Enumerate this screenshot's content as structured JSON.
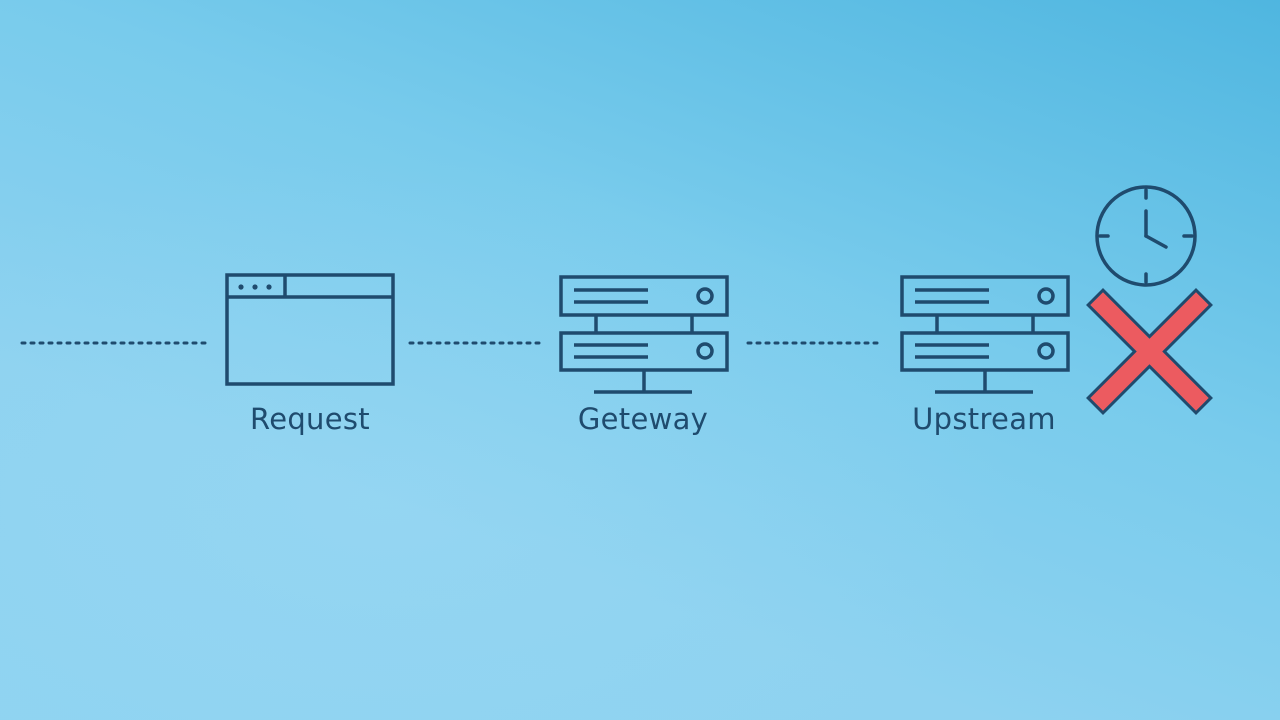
{
  "diagram": {
    "nodes": [
      {
        "id": "request",
        "label": "Request",
        "icon": "browser-window-icon"
      },
      {
        "id": "gateway",
        "label": "Geteway",
        "icon": "server-stack-icon"
      },
      {
        "id": "upstream",
        "label": "Upstream",
        "icon": "server-stack-icon"
      }
    ],
    "status_icons": [
      "clock-icon",
      "error-x-icon"
    ],
    "connectors": "dotted-lines",
    "colors": {
      "icon_stroke": "#1f4b6e",
      "error": "#ec5b60",
      "error_outline": "#1f4b6e"
    }
  }
}
